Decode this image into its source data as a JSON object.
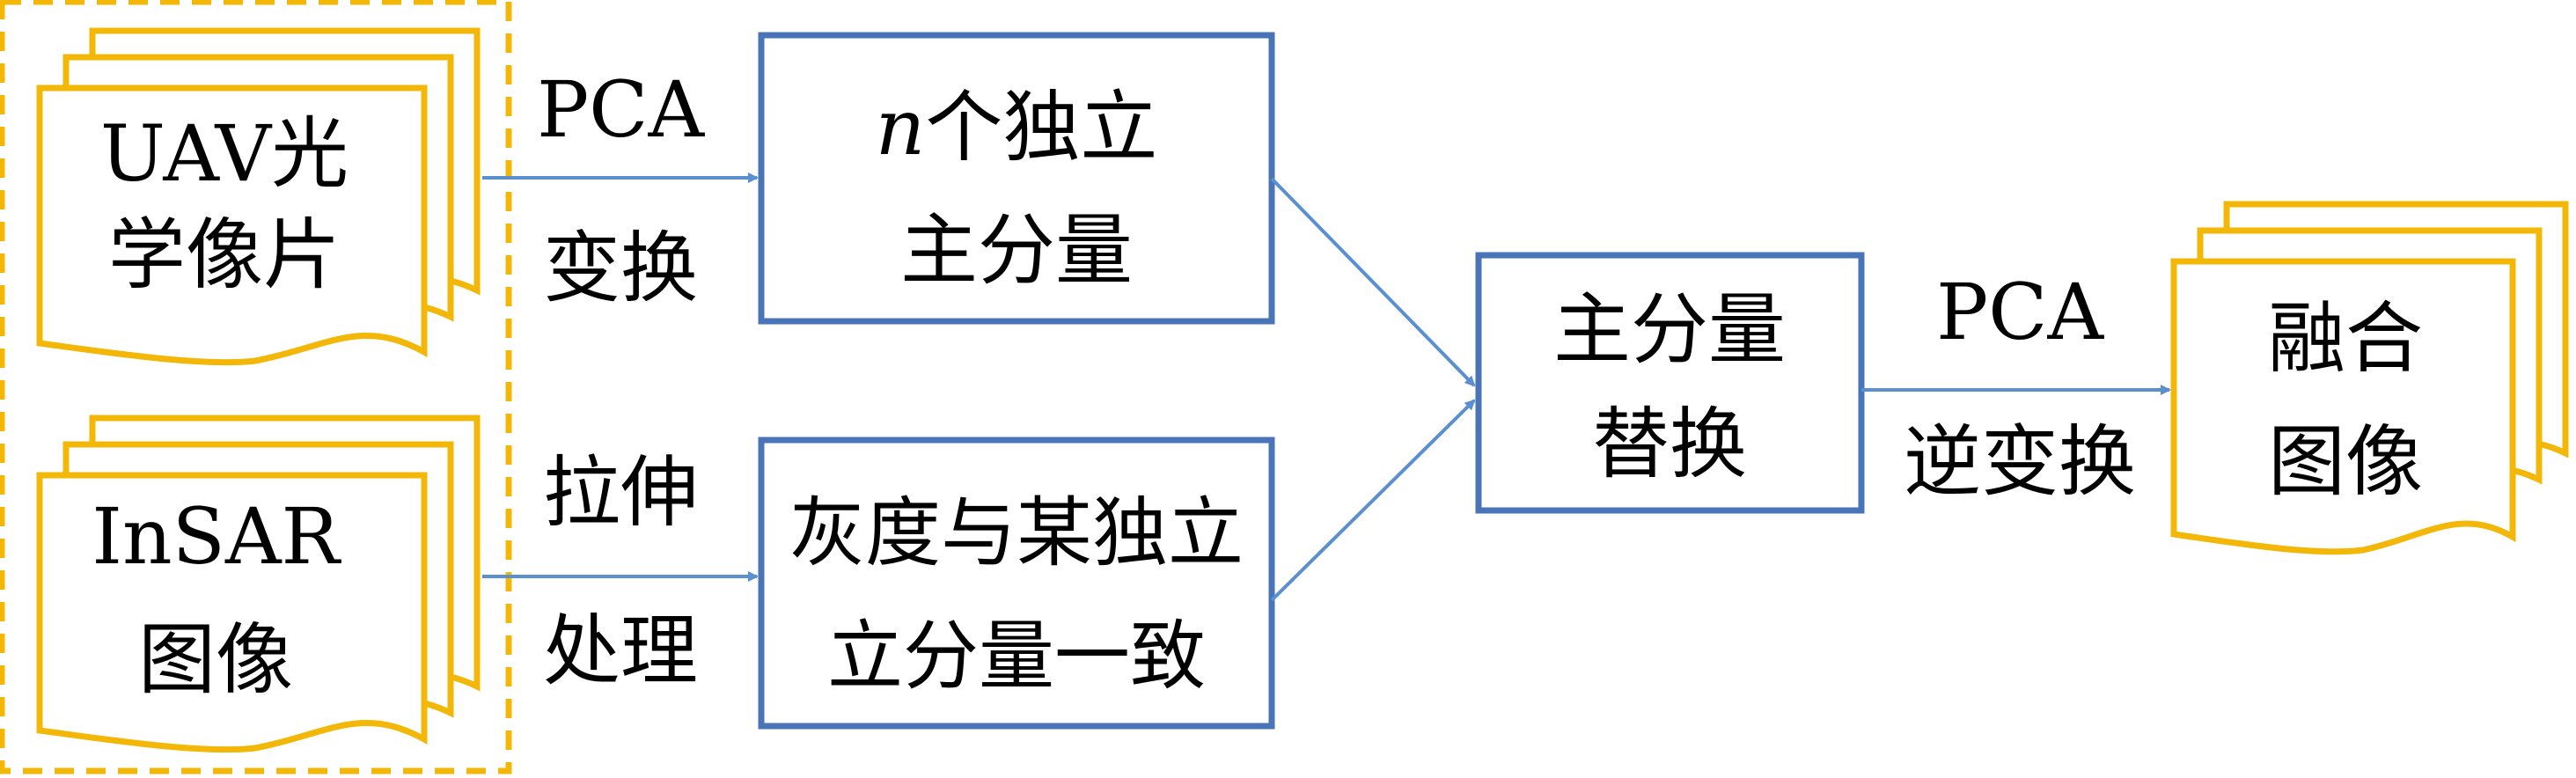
{
  "inputs": {
    "uav": {
      "line1": "UAV光",
      "line2": "学像片"
    },
    "insar": {
      "line1": "InSAR",
      "line2": "图像"
    }
  },
  "edges": {
    "pca_transform": {
      "line1": "PCA",
      "line2": "变换"
    },
    "stretch": {
      "line1": "拉伸",
      "line2": "处理"
    },
    "inverse_pca": {
      "line1": "PCA",
      "line2": "逆变换"
    }
  },
  "boxes": {
    "components": {
      "italic_n": "n",
      "line1_rest": "个独立",
      "line2": "主分量"
    },
    "gray_match": {
      "line1": "灰度与某独立",
      "line2": "立分量一致"
    },
    "replace": {
      "line1": "主分量",
      "line2": "替换"
    }
  },
  "output": {
    "line1": "融合",
    "line2": "图像"
  },
  "colors": {
    "input_border": "#f2b707",
    "box_border": "#4a74b8",
    "arrow": "#5a8fd0",
    "text": "#000000"
  }
}
